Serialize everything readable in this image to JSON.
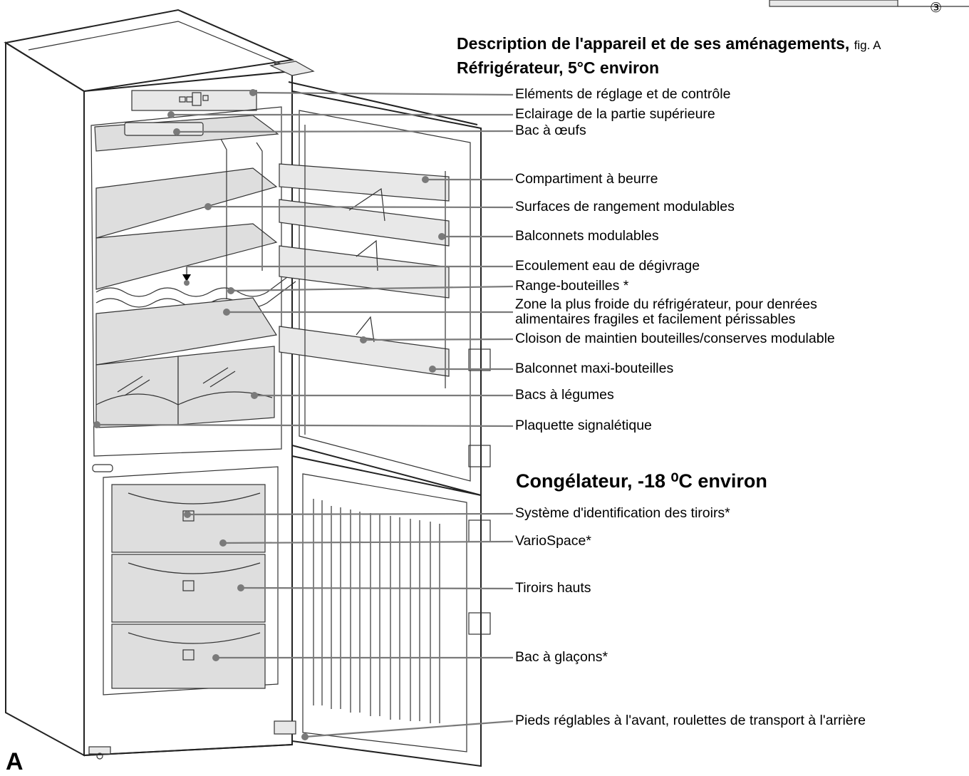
{
  "header": {
    "description_title": "Description de l'appareil et de ses aménagements,",
    "fig_ref": "fig. A",
    "fridge_title": "Réfrigérateur, 5°C environ",
    "freezer_title": "Congélateur, -18 ⁰C environ",
    "figure_letter": "A",
    "circled_number": "③"
  },
  "labels": [
    {
      "lines": [
        "Eléments de réglage et de contrôle"
      ]
    },
    {
      "lines": [
        "Eclairage de la partie supérieure"
      ]
    },
    {
      "lines": [
        "Bac à œufs"
      ]
    },
    {
      "lines": [
        "Compartiment à beurre"
      ]
    },
    {
      "lines": [
        "Surfaces de rangement modulables"
      ]
    },
    {
      "lines": [
        "Balconnets modulables"
      ]
    },
    {
      "lines": [
        "Ecoulement eau de dégivrage"
      ]
    },
    {
      "lines": [
        "Range-bouteilles *"
      ]
    },
    {
      "lines": [
        "Zone la plus froide du réfrigérateur, pour denrées",
        "alimentaires fragiles et facilement périssables"
      ]
    },
    {
      "lines": [
        "Cloison de maintien bouteilles/conserves modulable"
      ]
    },
    {
      "lines": [
        "Balconnet maxi-bouteilles"
      ]
    },
    {
      "lines": [
        "Bacs à légumes"
      ]
    },
    {
      "lines": [
        "Plaquette signalétique"
      ]
    },
    {
      "lines": [
        "Système d'identification des tiroirs*"
      ]
    },
    {
      "lines": [
        "VarioSpace*"
      ]
    },
    {
      "lines": [
        "Tiroirs hauts"
      ]
    },
    {
      "lines": [
        "Bac à glaçons*"
      ]
    },
    {
      "lines": [
        "Pieds réglables à l'avant, roulettes de transport à l'arrière"
      ]
    }
  ]
}
